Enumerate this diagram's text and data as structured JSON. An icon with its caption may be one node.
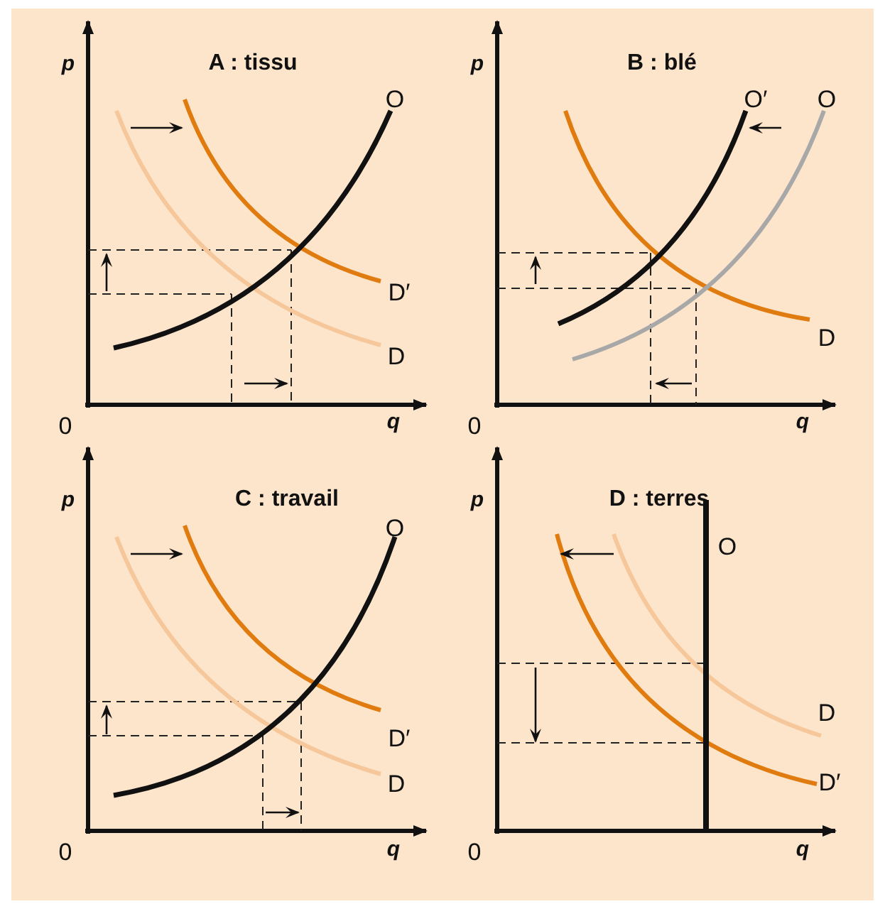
{
  "diagram": {
    "labels": [
      "p",
      "A : tissu",
      "O",
      "D′",
      "D",
      "0",
      "q",
      "p",
      "B : blé",
      "O′",
      "O",
      "D",
      "0",
      "q",
      "p",
      "C : travail",
      "O",
      "D′",
      "D",
      "0",
      "q",
      "p",
      "D : terres",
      "O",
      "D",
      "D′",
      "0",
      "q"
    ]
  }
}
